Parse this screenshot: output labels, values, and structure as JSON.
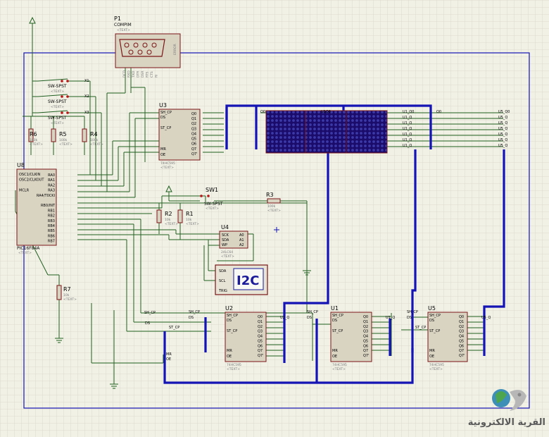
{
  "palette": {
    "background": "#f2f1e6",
    "grid": "#d6d5c8",
    "wire": "#1f5f1f",
    "bus": "#1414b4",
    "chip_fill": "#d9d3c2",
    "chip_stroke": "#7b1515",
    "led_matrix": "#1b0b6a",
    "led_dot": "#3a3aa8",
    "i2c_text": "#1a1a9a"
  },
  "components": {
    "p1": {
      "ref": "P1",
      "value": "COMPIM",
      "note": "<TEXT>",
      "side": "ERROR",
      "pins": [
        "DCD",
        "RXD",
        "TXD",
        "DTR",
        "DSR",
        "RTS",
        "CTS",
        "RI"
      ]
    },
    "sw1": {
      "value": "SW-SPST",
      "note": "<TEXT>"
    },
    "sw2": {
      "value": "SW-SPST",
      "note": "<TEXT>"
    },
    "sw3": {
      "value": "SW-SPST",
      "note": "<TEXT>"
    },
    "swm1": {
      "ref": "SW1",
      "value": "SW-SPST",
      "note": "<TEXT>"
    },
    "sw_nodes": [
      "X1",
      "X2",
      "X3"
    ],
    "r6": {
      "ref": "R6",
      "value": "100k",
      "note": "<TEXT>"
    },
    "r5": {
      "ref": "R5",
      "value": "100k",
      "note": "<TEXT>"
    },
    "r4": {
      "ref": "R4",
      "value": "100k",
      "note": "<TEXT>"
    },
    "r2": {
      "ref": "R2",
      "value": "10k",
      "note": "<TEXT>"
    },
    "r1": {
      "ref": "R1",
      "value": "10k",
      "note": "<TEXT>"
    },
    "r3": {
      "ref": "R3",
      "value": "100k",
      "note": "<TEXT>"
    },
    "r7": {
      "ref": "R7",
      "value": "10k",
      "note": "<TEXT>"
    },
    "u3": {
      "ref": "U3",
      "value": "74HC595",
      "note": "<TEXT>"
    },
    "u2": {
      "ref": "U2",
      "value": "74HC595",
      "note": "<TEXT>"
    },
    "u1": {
      "ref": "U1",
      "value": "74HC595",
      "note": "<TEXT>"
    },
    "u5": {
      "ref": "U5",
      "value": "74HC595",
      "note": "<TEXT>"
    },
    "u8": {
      "ref": "U8",
      "value": "PIC16F84A",
      "note": "<TEXT>",
      "pins_left": [
        "OSC1/CLKIN",
        "OSC2/CLKOUT",
        "",
        "MCLR"
      ],
      "pins_right": [
        "RA0",
        "RA1",
        "RA2",
        "RA3",
        "RA4/T0CKI",
        "",
        "RB0/INT",
        "RB1",
        "RB2",
        "RB3",
        "RB4",
        "RB5",
        "RB6",
        "RB7"
      ]
    },
    "u4": {
      "ref": "U4",
      "value": "24LC64",
      "note": "<TEXT>",
      "pins_left": [
        "SCK",
        "SDA",
        "WP"
      ],
      "pins_right": [
        "A0",
        "A1",
        "A2"
      ]
    },
    "i2c": {
      "label": "I2C",
      "pins": [
        "SDA",
        "SCL",
        "TRIG"
      ]
    },
    "matrix": {
      "label": "U1Q0"
    }
  },
  "shift_pins": {
    "left": [
      "SH_CP",
      "DS",
      "ST_CP",
      "MR",
      "OE"
    ],
    "right": [
      "Q0",
      "Q1",
      "Q2",
      "Q3",
      "Q4",
      "Q5",
      "Q6",
      "Q7",
      "Q7'"
    ]
  },
  "nets": {
    "sh": "SH_CP",
    "ds": "DS",
    "st": "ST_CP",
    "mr": "MR",
    "oe": "OE",
    "u3q": "Q0",
    "u1q0": "U1_Q0",
    "u1q": "U1_Q",
    "u5q0": "U5_Q0",
    "u5q": "U5_Q",
    "u2q": "U2_Q",
    "u1qb": "U1_Q"
  },
  "watermark": {
    "text": "القرية الالكترونية"
  }
}
